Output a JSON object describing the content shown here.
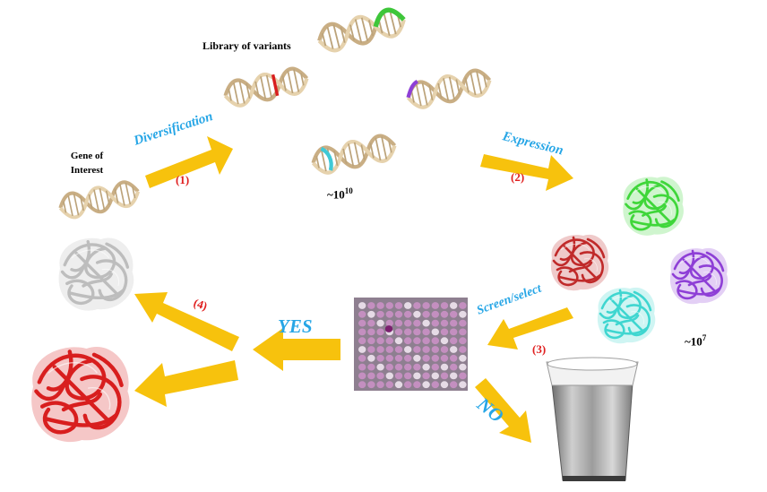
{
  "labels": {
    "library": "Library  of variants",
    "gene_line1": "Gene of",
    "gene_line2": "Interest",
    "count_library_base": "~10",
    "count_library_exp": "10",
    "count_proteins_base": "~10",
    "count_proteins_exp": "7",
    "diversification": "Diversification",
    "expression": "Expression",
    "screen_select": "Screen/select",
    "yes": "YES",
    "no": "NO",
    "step1": "(1)",
    "step2": "(2)",
    "step3": "(3)",
    "step4": "(4)"
  },
  "colors": {
    "arrow": "#f7c20d",
    "label_blue": "#27a6e6",
    "step_red": "#e02020",
    "dna_beige": "#d9c39d",
    "protein_gray": "#c4c4c4",
    "protein_red": "#d81e1e",
    "protein_green": "#3fd63a",
    "protein_purple": "#8e3fd6",
    "protein_cyan": "#3fd6d0",
    "protein_darkred": "#c02a2a",
    "well_purple": "#c48fc0",
    "bin_steel": "#a8a8a8"
  }
}
